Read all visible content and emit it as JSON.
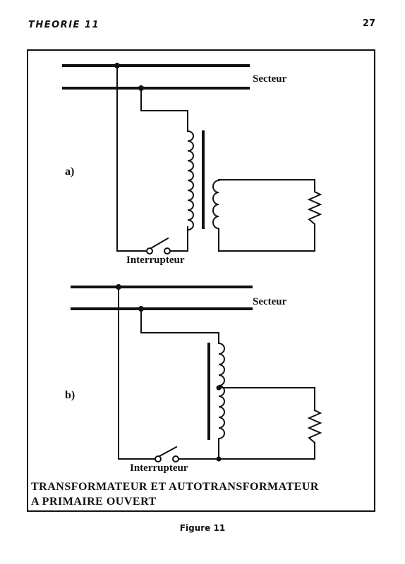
{
  "header": {
    "chapter": "THEORIE 11",
    "page_number": "27"
  },
  "diagram_a": {
    "label": "a)",
    "mains_label": "Secteur",
    "switch_label": "Interrupteur"
  },
  "diagram_b": {
    "label": "b)",
    "mains_label": "Secteur",
    "switch_label": "Interrupteur"
  },
  "caption": {
    "line1": "TRANSFORMATEUR ET AUTOTRANSFORMATEUR",
    "line2": "A PRIMAIRE OUVERT"
  },
  "figure_label": "Figure 11"
}
